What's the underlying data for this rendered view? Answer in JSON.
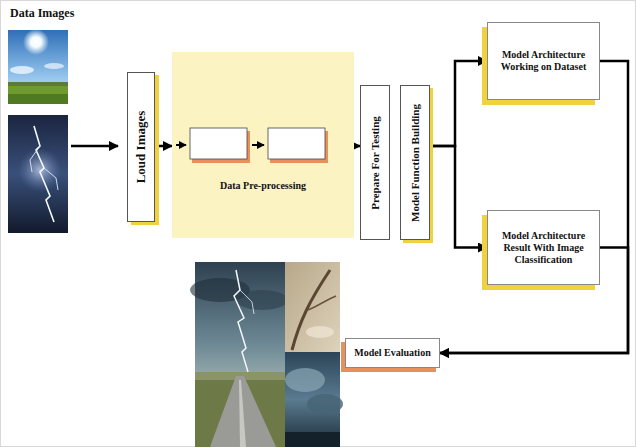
{
  "diagram": {
    "nodes": [
      {
        "text": [
          "Loud Images"
        ]
      },
      {
        "text": [
          "Data Pre-processing"
        ]
      },
      {
        "text": [
          "Prepare For Testing"
        ]
      },
      {
        "text": [
          "Model Function Building"
        ]
      },
      {
        "text": [
          "Model Architecture Working on Dataset"
        ]
      },
      {
        "text": [
          "Model Architecture Result With Image Classification"
        ]
      },
      {
        "text": [
          "Model Evaluation"
        ]
      }
    ],
    "edges": [
      {
        "from": 0,
        "to": 1,
        "arrow": "to"
      },
      {
        "from": 1,
        "to": 2,
        "arrow": "to"
      },
      {
        "from": 3,
        "to": 4,
        "arrow": "to"
      },
      {
        "from": 3,
        "to": 5,
        "arrow": "to"
      },
      {
        "from": 4,
        "to": 6,
        "arrow": "to"
      },
      {
        "from": 5,
        "to": 6,
        "arrow": "to"
      }
    ],
    "labels": [
      "Data Images"
    ]
  }
}
